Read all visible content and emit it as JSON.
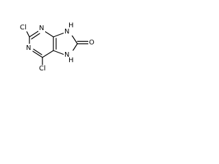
{
  "molecule": {
    "atoms": {
      "n1": "N",
      "n3": "N",
      "n7": "N",
      "h7": "H",
      "n9": "N",
      "h9": "H",
      "o8": "O",
      "cl2": "Cl",
      "cl6": "Cl"
    }
  }
}
